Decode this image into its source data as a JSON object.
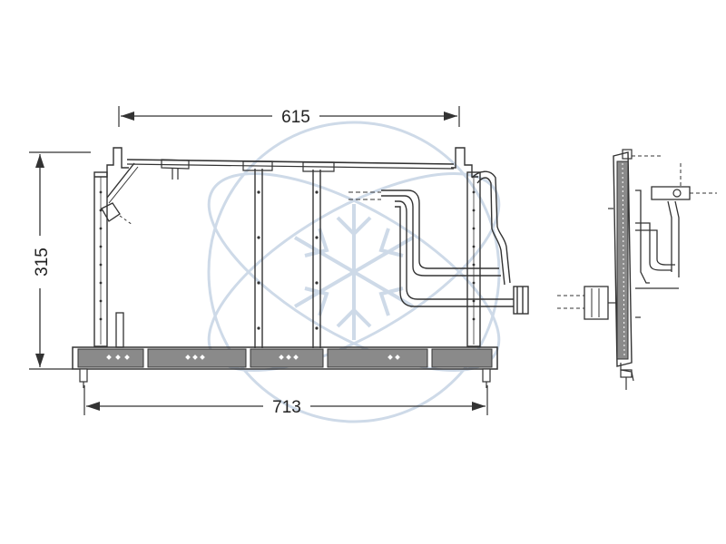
{
  "dimensions": {
    "top_width": "615",
    "bottom_width": "713",
    "height": "315"
  },
  "colors": {
    "line": "#333333",
    "bar_fill": "#8a8a8a",
    "watermark": "#c9d6e6"
  },
  "icons": {
    "watermark": "snowflake-atom-logo-icon"
  }
}
